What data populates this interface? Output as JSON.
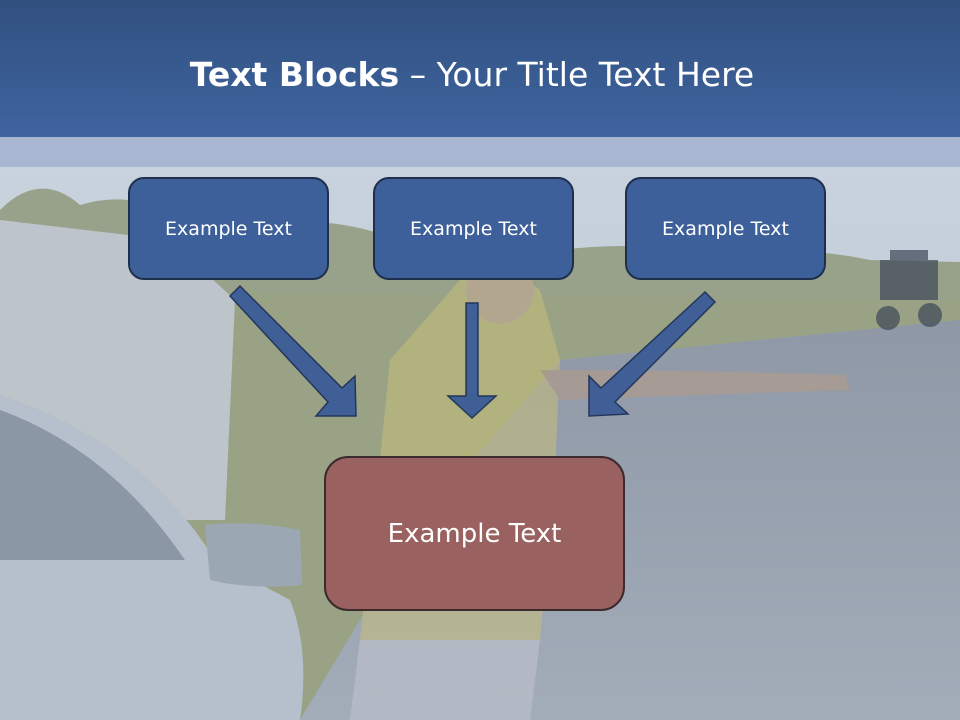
{
  "slide": {
    "title_bold": "Text Blocks",
    "title_rest": " – Your Title Text Here",
    "blocks": [
      {
        "label": "Example Text"
      },
      {
        "label": "Example Text"
      },
      {
        "label": "Example Text"
      }
    ],
    "main_block": {
      "label": "Example Text"
    }
  },
  "colors": {
    "title_band": "#3f64a0",
    "block_fill": "#3e609a",
    "main_block_fill": "#99615f",
    "arrow_fill": "#3f5f96"
  }
}
